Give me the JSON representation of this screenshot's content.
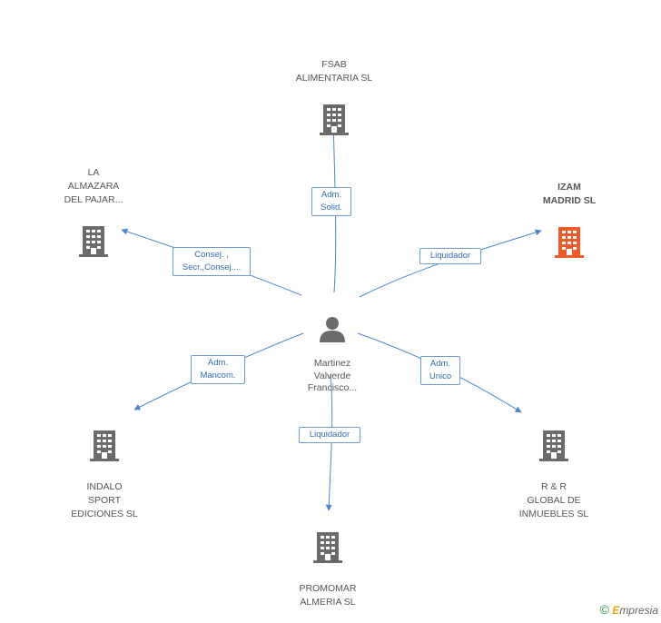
{
  "center": {
    "label": "Martinez\nValverde\nFrancisco..."
  },
  "nodes": [
    {
      "key": "fsab",
      "label": "FSAB\nALIMENTARIA SL",
      "role": "Adm.\nSolid.",
      "highlight": false
    },
    {
      "key": "izam",
      "label": "IZAM\nMADRID SL",
      "role": "Liquidador",
      "highlight": true
    },
    {
      "key": "rr",
      "label": "R & R\nGLOBAL DE\nINMUEBLES SL",
      "role": "Adm.\nUnico",
      "highlight": false
    },
    {
      "key": "promomar",
      "label": "PROMOMAR\nALMERIA SL",
      "role": "Liquidador",
      "highlight": false
    },
    {
      "key": "indalo",
      "label": "INDALO\nSPORT\nEDICIONES SL",
      "role": "Adm.\nMancom.",
      "highlight": false
    },
    {
      "key": "almazara",
      "label": "LA\nALMAZARA\nDEL PAJAR...",
      "role": "Consej. ,\nSecr.,Consej....",
      "highlight": false
    }
  ],
  "colors": {
    "edge": "#4a86c8",
    "building": "#6b6b6b",
    "highlight": "#f05a28",
    "person": "#6b6b6b"
  },
  "footer": {
    "copyright": "©",
    "brand_e": "E",
    "brand_rest": "mpresia"
  }
}
